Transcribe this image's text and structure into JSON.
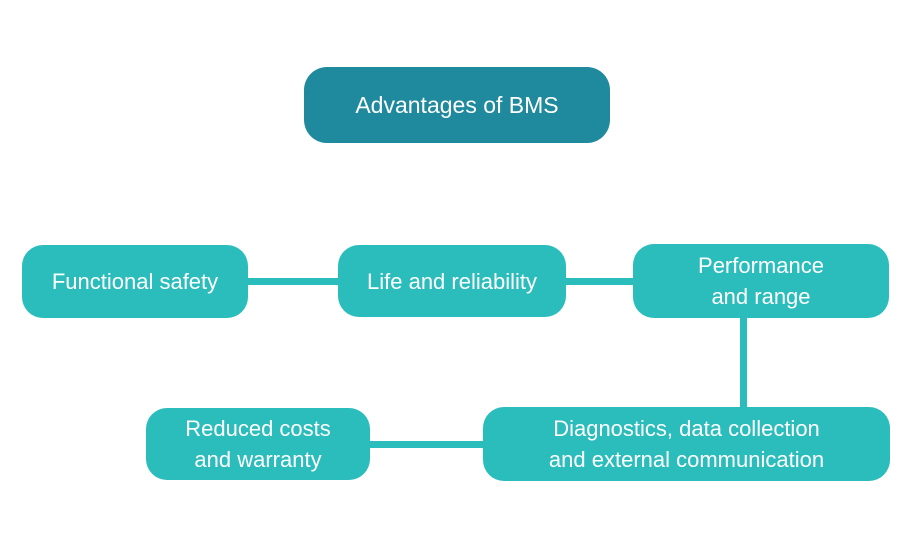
{
  "diagram": {
    "title": "Advantages of BMS",
    "nodes": [
      {
        "id": "functional-safety",
        "label": "Functional safety"
      },
      {
        "id": "life-and-reliability",
        "label": "Life and reliability"
      },
      {
        "id": "performance-and-range",
        "label": "Performance\nand range"
      },
      {
        "id": "reduced-costs-and-warranty",
        "label": "Reduced costs\nand warranty"
      },
      {
        "id": "diagnostics-data-collection",
        "label": "Diagnostics, data collection\nand external communication"
      }
    ],
    "connections": [
      {
        "from": "functional-safety",
        "to": "life-and-reliability"
      },
      {
        "from": "life-and-reliability",
        "to": "performance-and-range"
      },
      {
        "from": "performance-and-range",
        "to": "diagnostics-data-collection"
      },
      {
        "from": "reduced-costs-and-warranty",
        "to": "diagnostics-data-collection"
      }
    ],
    "colors": {
      "title_box": "#1F8A9D",
      "node_box": "#2ABDBC",
      "connector": "#2ABDBC",
      "text": "#FFFFFF",
      "background": "#FFFFFF"
    }
  }
}
